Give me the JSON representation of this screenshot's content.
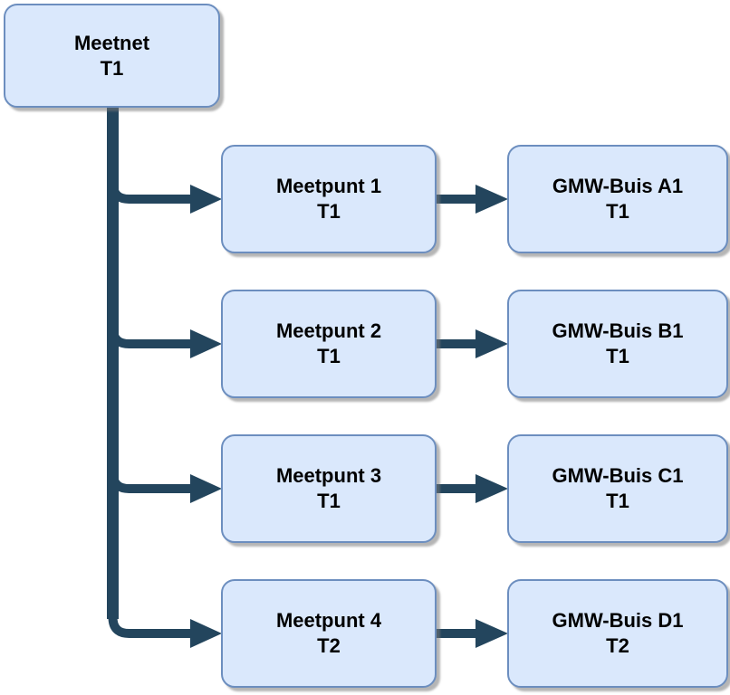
{
  "diagram": {
    "type": "tree-flowchart",
    "colors": {
      "background": "#ffffff",
      "node_fill": "#dae8fc",
      "node_border": "#6c8ebf",
      "node_text": "#000000",
      "arrow": "#23455d",
      "shadow": "#b3b3b3"
    },
    "nodes": {
      "meetnet": {
        "title": "Meetnet",
        "period": "T1"
      },
      "meetpunt1": {
        "title": "Meetpunt 1",
        "period": "T1"
      },
      "meetpunt2": {
        "title": "Meetpunt 2",
        "period": "T1"
      },
      "meetpunt3": {
        "title": "Meetpunt 3",
        "period": "T1"
      },
      "meetpunt4": {
        "title": "Meetpunt 4",
        "period": "T2"
      },
      "gmw_a1": {
        "title": "GMW-Buis A1",
        "period": "T1"
      },
      "gmw_b1": {
        "title": "GMW-Buis B1",
        "period": "T1"
      },
      "gmw_c1": {
        "title": "GMW-Buis C1",
        "period": "T1"
      },
      "gmw_d1": {
        "title": "GMW-Buis D1",
        "period": "T2"
      }
    },
    "edges": [
      {
        "from": "Meetnet T1",
        "to": "Meetpunt 1 T1"
      },
      {
        "from": "Meetnet T1",
        "to": "Meetpunt 2 T1"
      },
      {
        "from": "Meetnet T1",
        "to": "Meetpunt 3 T1"
      },
      {
        "from": "Meetnet T1",
        "to": "Meetpunt 4 T2"
      },
      {
        "from": "Meetpunt 1 T1",
        "to": "GMW-Buis A1 T1"
      },
      {
        "from": "Meetpunt 2 T1",
        "to": "GMW-Buis B1 T1"
      },
      {
        "from": "Meetpunt 3 T1",
        "to": "GMW-Buis C1 T1"
      },
      {
        "from": "Meetpunt 4 T2",
        "to": "GMW-Buis D1 T2"
      }
    ]
  }
}
